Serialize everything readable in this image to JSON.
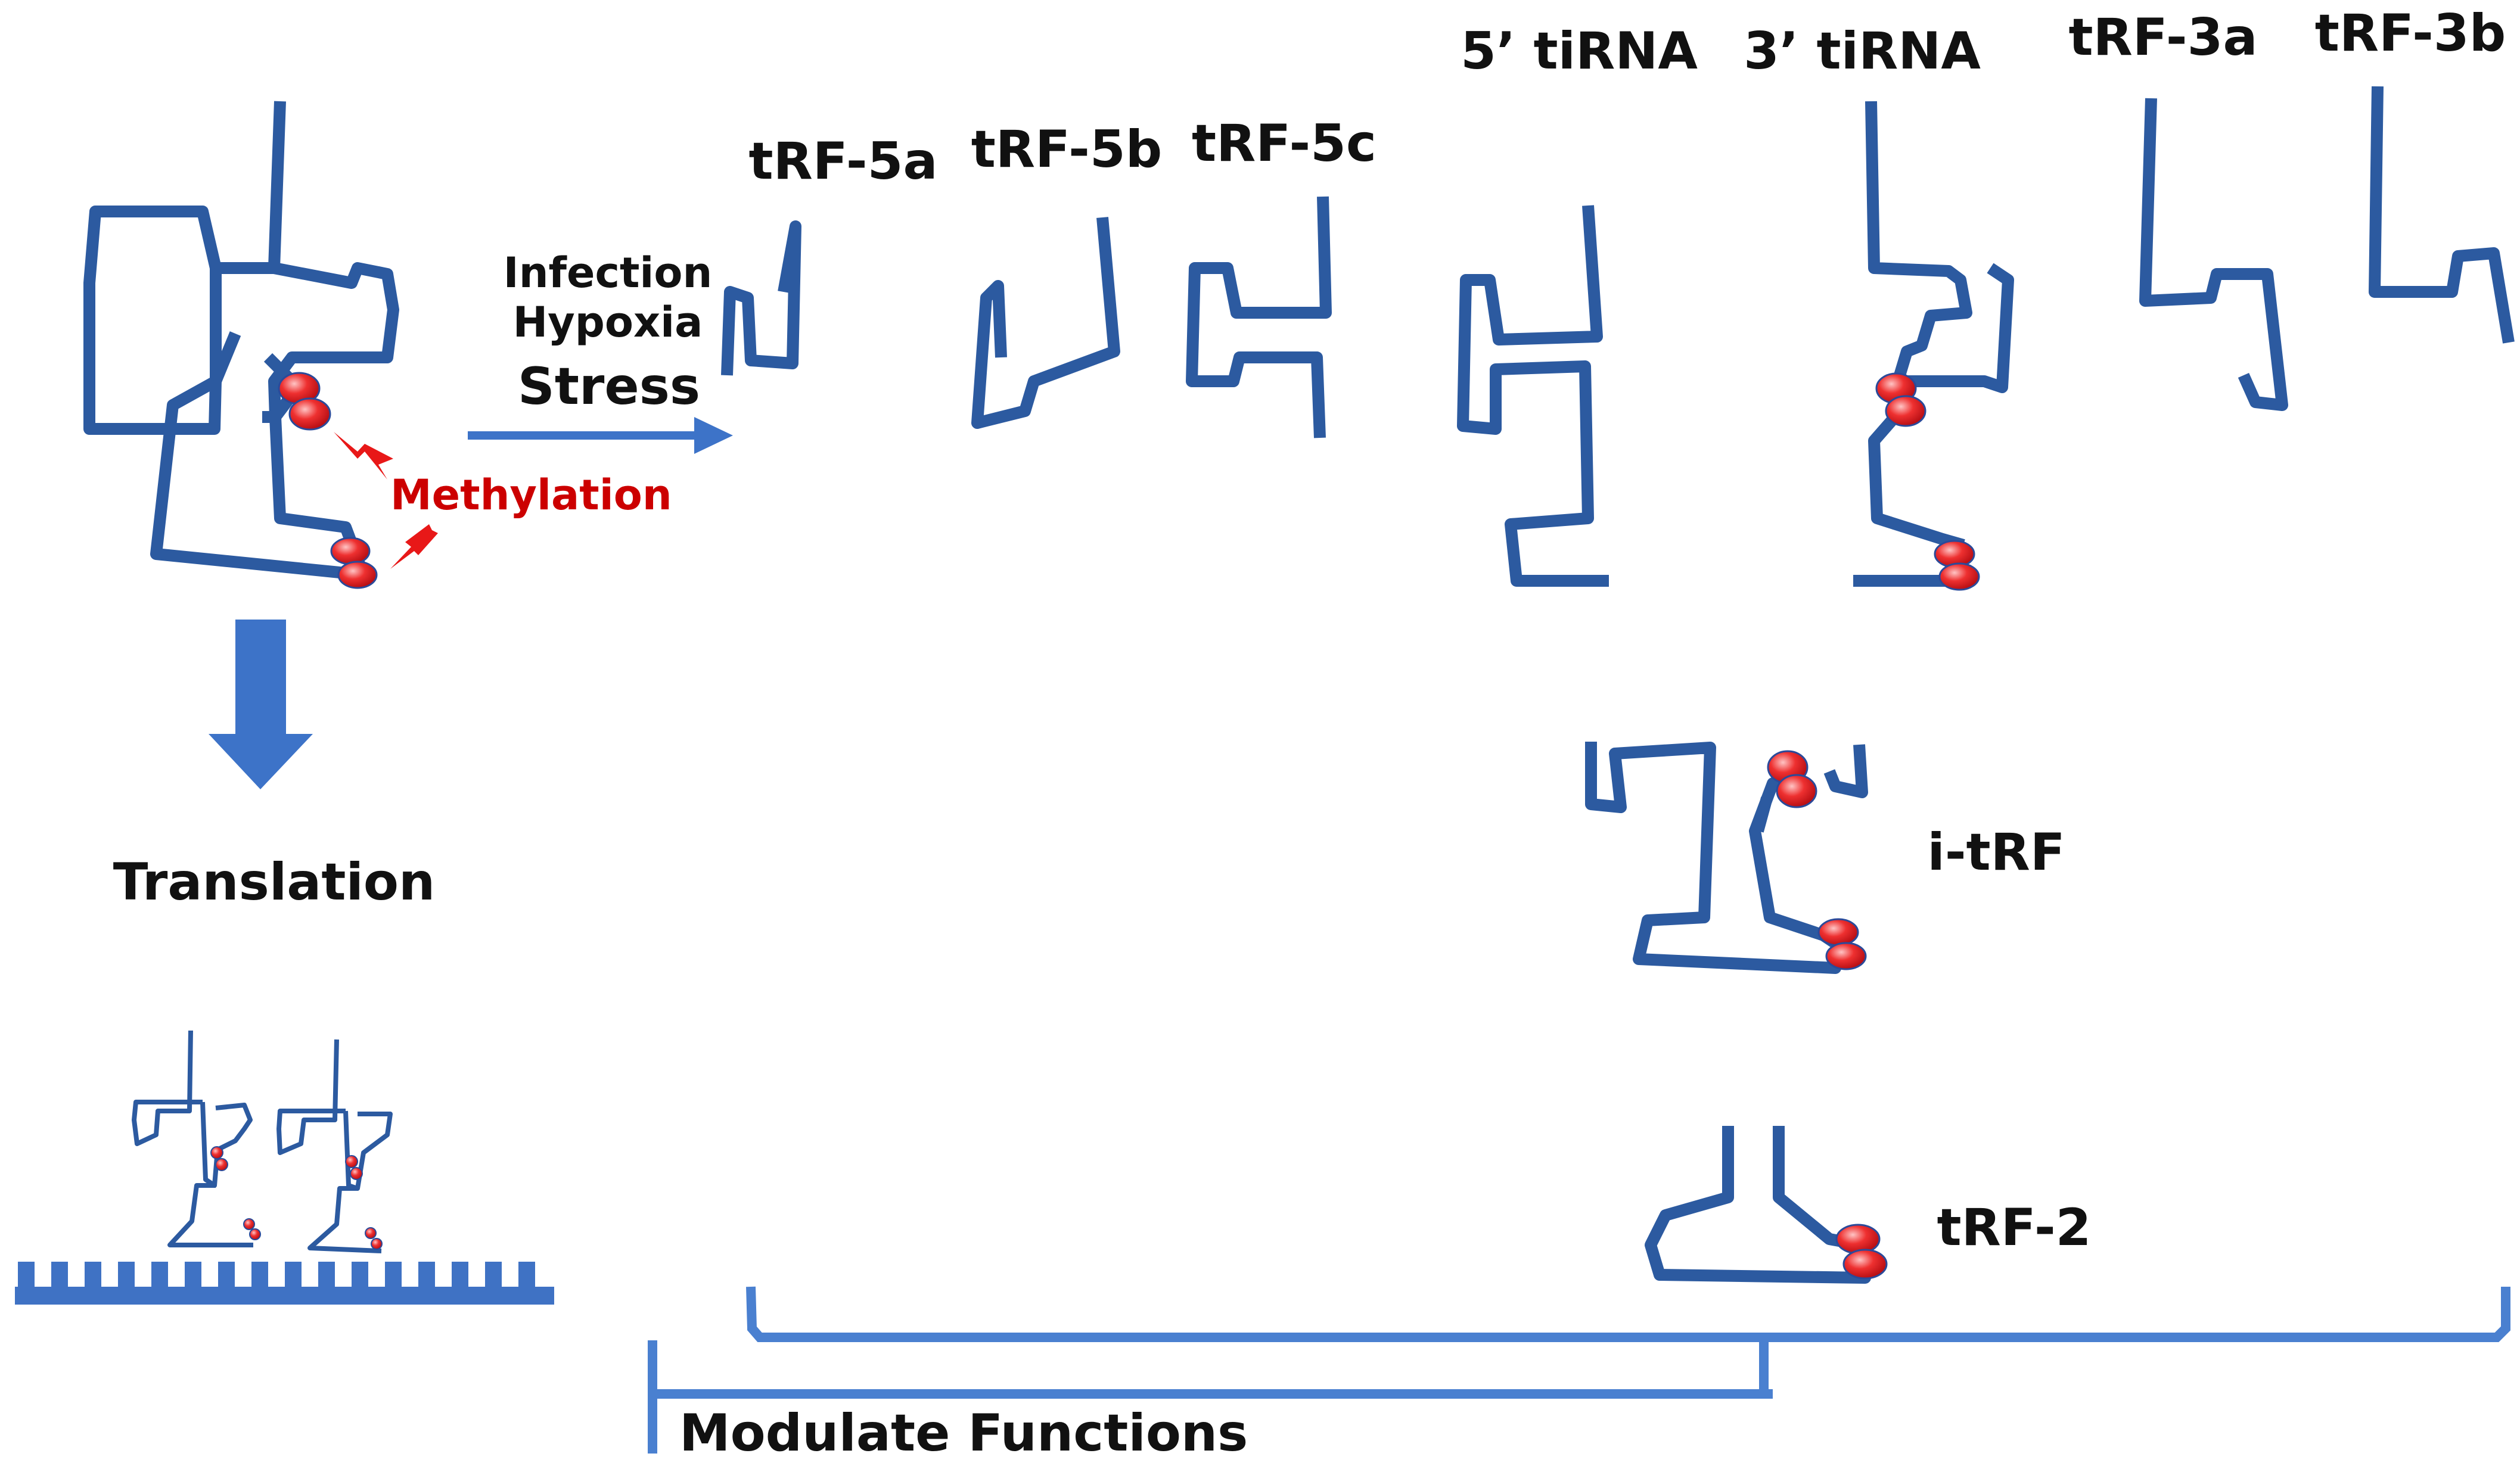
{
  "colors": {
    "strand": "#2c5aa0",
    "arrow": "#3d73c8",
    "bracket": "#4a80d0",
    "methyl": "#e8202a",
    "methyl_label": "#cc0000",
    "ribosome": "#3f72c4",
    "text": "#111111"
  },
  "labels": {
    "infection": "Infection",
    "hypoxia": "Hypoxia",
    "stress": "Stress",
    "methylation": "Methylation",
    "translation": "Translation",
    "modulate": "Modulate Functions",
    "trf5a": "tRF-5a",
    "trf5b": "tRF-5b",
    "trf5c": "tRF-5c",
    "tirna5": "5’ tiRNA",
    "tirna3": "3’ tiRNA",
    "trf3a": "tRF-3a",
    "trf3b": "tRF-3b",
    "itrf": "i-tRF",
    "trf2": "tRF-2"
  },
  "icons": [
    "trna-cloverleaf-icon",
    "methyl-group-icon",
    "lightning-icon",
    "arrow-right-icon",
    "arrow-down-icon",
    "ribosome-mrna-icon",
    "bracket-icon"
  ]
}
